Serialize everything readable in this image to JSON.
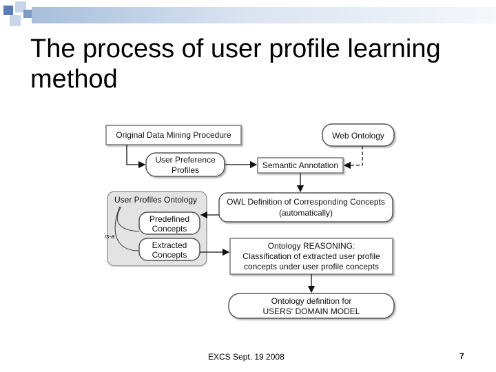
{
  "slide": {
    "title": "The process of user profile learning method",
    "footer": "EXCS Sept. 19  2008",
    "page_number": "7"
  },
  "diagram": {
    "original_procedure": "Original Data Mining Procedure",
    "web_ontology": "Web Ontology",
    "user_preference_profiles": [
      "User Preference",
      "Profiles"
    ],
    "semantic_annotation": "Semantic Annotation",
    "user_profiles_ontology": "User Profiles Ontology",
    "owl_definition": [
      "OWL Definition of Corresponding Concepts",
      "(automatically)"
    ],
    "predefined_concepts": [
      "Predefined",
      "Concepts"
    ],
    "extracted_concepts": [
      "Extracted",
      "Concepts"
    ],
    "is_a": "is-a",
    "ontology_reasoning": [
      "Ontology REASONING:",
      "Classification of extracted user profile",
      "concepts under user profile concepts"
    ],
    "ontology_definition": [
      "Ontology definition for",
      "USERS' DOMAIN MODEL"
    ]
  }
}
